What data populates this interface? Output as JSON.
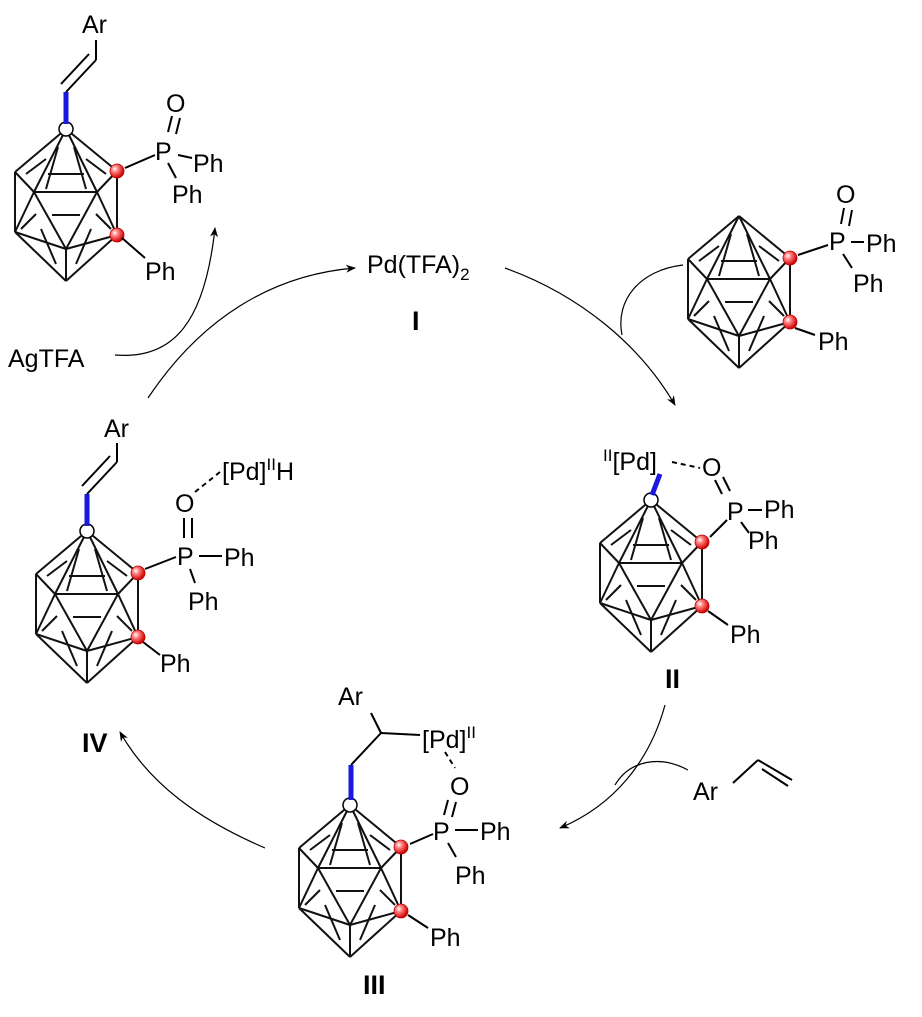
{
  "title": "Pd-catalyzed B-H alkenylation catalytic cycle of carborane",
  "colors": {
    "directed_bond": "#1a1adf",
    "carbon_vertex": "#e82020",
    "bond": "#000000"
  },
  "product": {
    "ar": "Ar",
    "o": "O",
    "p": "P",
    "ph1": "Ph",
    "ph2": "Ph",
    "ph3": "Ph"
  },
  "catalyst": {
    "text": "Pd(TFA)",
    "sub": "2",
    "label": "I"
  },
  "oxidant": {
    "text": "AgTFA"
  },
  "substrate": {
    "o": "O",
    "p": "P",
    "ph1": "Ph",
    "ph2": "Ph",
    "ph3": "Ph"
  },
  "intermediate_2": {
    "pd_ox": "II",
    "pd": "[Pd]",
    "o": "O",
    "p": "P",
    "ph1": "Ph",
    "ph2": "Ph",
    "ph3": "Ph",
    "label": "II"
  },
  "olefin": {
    "ar": "Ar"
  },
  "intermediate_3": {
    "ar": "Ar",
    "pd": "[Pd]",
    "pd_ox": "II",
    "o": "O",
    "p": "P",
    "ph1": "Ph",
    "ph2": "Ph",
    "ph3": "Ph",
    "label": "III"
  },
  "intermediate_4": {
    "ar": "Ar",
    "pd": "[Pd]",
    "pd_ox": "II",
    "h": "H",
    "o": "O",
    "p": "P",
    "ph1": "Ph",
    "ph2": "Ph",
    "ph3": "Ph",
    "label": "IV"
  }
}
